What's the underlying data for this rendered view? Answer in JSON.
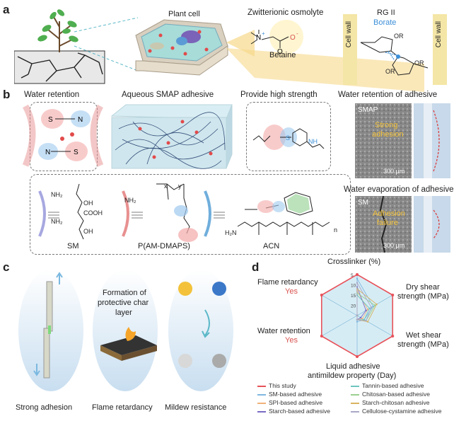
{
  "panel_a": {
    "letter": "a",
    "plant_cell_label": "Plant cell",
    "osmolyte_title": "Zwitterionic osmolyte",
    "betaine_label": "Betaine",
    "rg_title": "RG II",
    "borate_label": "Borate",
    "cell_wall_left": "Cell wall",
    "cell_wall_right": "Cell wall",
    "or1": "OR",
    "or2": "OR",
    "or3": "OR"
  },
  "panel_b": {
    "letter": "b",
    "water_retention": "Water retention",
    "adhesive_title": "Aqueous SMAP adhesive",
    "provide_strength": "Provide high strength",
    "water_retention_adhesive": "Water retention of adhesive",
    "water_evaporation_adhesive": "Water evaporation of adhesive",
    "smap_label": "SMAP",
    "strong_adhesion_line1": "Strong",
    "strong_adhesion_line2": "adhesion",
    "scale1": "300 μm",
    "sm_photo_label": "SM",
    "adhesion_failure_line1": "Adhesion",
    "adhesion_failure_line2": "failure",
    "scale2": "300 μm",
    "sm_label": "SM",
    "pam_label": "P(AM-DMAPS)",
    "acn_label": "ACN",
    "oh1": "OH",
    "cooh": "COOH",
    "oh2": "OH",
    "nh2_a": "NH₂",
    "nh2_b": "NH₂",
    "nh2_c": "NH₂",
    "nh_label": "NH",
    "x_label": "x",
    "y_label": "y",
    "n_label": "n",
    "h2n_label": "H₂N"
  },
  "panel_c": {
    "letter": "c",
    "strong_adhesion": "Strong adhesion",
    "flame_retardancy": "Flame retardancy",
    "mildew_resistance": "Mildew resistance",
    "char_line1": "Formation of",
    "char_line2": "protective char",
    "char_line3": "layer"
  },
  "panel_d": {
    "letter": "d",
    "axis_crosslinker": "Crosslinker (%)",
    "axis_dry_line1": "Dry shear",
    "axis_dry_line2": "strength (MPa)",
    "axis_wet_line1": "Wet shear",
    "axis_wet_line2": "strength (MPa)",
    "axis_mildew_line1": "Liquid adhesive",
    "axis_mildew_line2": "antimildew property (Day)",
    "axis_water": "Water retention",
    "axis_flame": "Flame retardancy",
    "yes1": "Yes",
    "yes2": "Yes",
    "ticks": [
      "5",
      "10",
      "15",
      "20"
    ],
    "legend": [
      {
        "name": "This study",
        "color": "#e8525a"
      },
      {
        "name": "SM-based adhesive",
        "color": "#7fb7e0"
      },
      {
        "name": "SPI-based adhesive",
        "color": "#f0b27a"
      },
      {
        "name": "Starch-based adhesive",
        "color": "#7a6bc4"
      },
      {
        "name": "Tannin-based adhesive",
        "color": "#6ec6c0"
      },
      {
        "name": "Chitosan-based adhesive",
        "color": "#9ad08f"
      },
      {
        "name": "Starch-chitosan adhesive",
        "color": "#d9b35f"
      },
      {
        "name": "Cellulose-cystamine adhesive",
        "color": "#a8a8c8"
      }
    ]
  },
  "chart_data": {
    "type": "radar",
    "axes": [
      "Crosslinker (%)",
      "Dry shear strength (MPa)",
      "Wet shear strength (MPa)",
      "Liquid adhesive antimildew property (Day)",
      "Water retention",
      "Flame retardancy"
    ],
    "tick_labels": [
      "5",
      "10",
      "15",
      "20"
    ],
    "series": [
      {
        "name": "This study",
        "color": "#e8525a",
        "values": [
          1.0,
          1.0,
          1.0,
          1.0,
          1.0,
          1.0
        ]
      },
      {
        "name": "SM-based adhesive",
        "color": "#7fb7e0",
        "values": [
          0.9,
          0.45,
          0.2,
          0.15,
          0.0,
          0.0
        ]
      },
      {
        "name": "SPI-based adhesive",
        "color": "#f0b27a",
        "values": [
          0.6,
          0.3,
          0.15,
          0.1,
          0.0,
          0.0
        ]
      },
      {
        "name": "Starch-based adhesive",
        "color": "#7a6bc4",
        "values": [
          0.7,
          0.25,
          0.1,
          0.1,
          0.0,
          0.0
        ]
      },
      {
        "name": "Tannin-based adhesive",
        "color": "#6ec6c0",
        "values": [
          0.5,
          0.35,
          0.2,
          0.1,
          0.0,
          0.0
        ]
      },
      {
        "name": "Chitosan-based adhesive",
        "color": "#9ad08f",
        "values": [
          0.55,
          0.5,
          0.25,
          0.1,
          0.0,
          0.0
        ]
      },
      {
        "name": "Starch-chitosan adhesive",
        "color": "#d9b35f",
        "values": [
          0.65,
          0.55,
          0.3,
          0.1,
          0.0,
          0.0
        ]
      },
      {
        "name": "Cellulose-cystamine adhesive",
        "color": "#a8a8c8",
        "values": [
          0.8,
          0.4,
          0.25,
          0.1,
          0.0,
          0.0
        ]
      }
    ]
  }
}
